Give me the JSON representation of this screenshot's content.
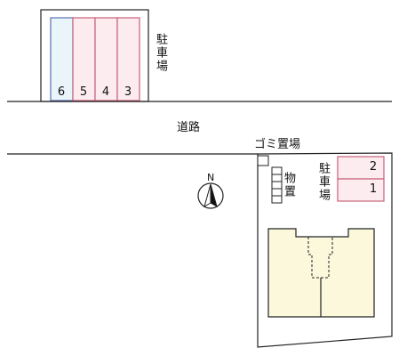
{
  "top_parking": {
    "label": "駐車場",
    "spaces": [
      "6",
      "5",
      "4",
      "3"
    ]
  },
  "road": {
    "label": "道路"
  },
  "garbage": {
    "label": "ゴミ置場"
  },
  "compass": {
    "label": "N"
  },
  "storage": {
    "label": "物置"
  },
  "right_parking": {
    "label": "駐車場",
    "spaces": [
      "2",
      "1"
    ]
  },
  "colors": {
    "space_blue_border": "#5a6fb4",
    "space_blue_fill": "#eaf4fb",
    "space_pink_border": "#c7607a",
    "space_pink_fill": "#fcecef",
    "building_fill": "#fbf8dc"
  }
}
